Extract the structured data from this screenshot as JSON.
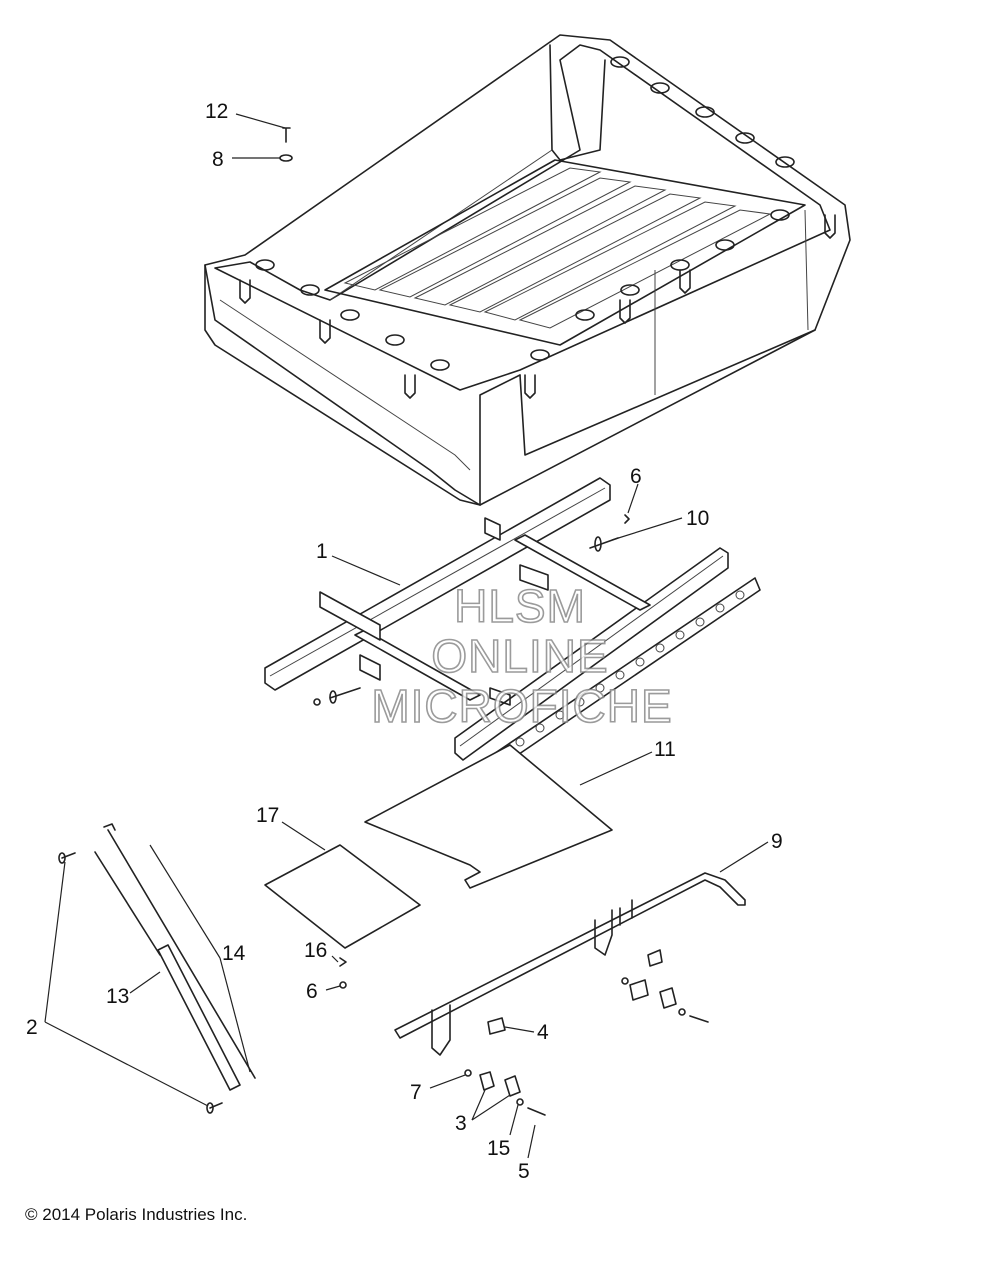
{
  "callouts": [
    {
      "id": "c12",
      "label": "12"
    },
    {
      "id": "c8",
      "label": "8"
    },
    {
      "id": "c6a",
      "label": "6"
    },
    {
      "id": "c10",
      "label": "10"
    },
    {
      "id": "c1",
      "label": "1"
    },
    {
      "id": "c11",
      "label": "11"
    },
    {
      "id": "c17",
      "label": "17"
    },
    {
      "id": "c9",
      "label": "9"
    },
    {
      "id": "c14",
      "label": "14"
    },
    {
      "id": "c16",
      "label": "16"
    },
    {
      "id": "c6b",
      "label": "6"
    },
    {
      "id": "c13",
      "label": "13"
    },
    {
      "id": "c2",
      "label": "2"
    },
    {
      "id": "c4",
      "label": "4"
    },
    {
      "id": "c7",
      "label": "7"
    },
    {
      "id": "c3",
      "label": "3"
    },
    {
      "id": "c15",
      "label": "15"
    },
    {
      "id": "c5",
      "label": "5"
    }
  ],
  "watermark": {
    "line1": "HLSM",
    "line2": "ONLINE",
    "line3": "MICROFICHE"
  },
  "copyright": "© 2014 Polaris Industries Inc."
}
